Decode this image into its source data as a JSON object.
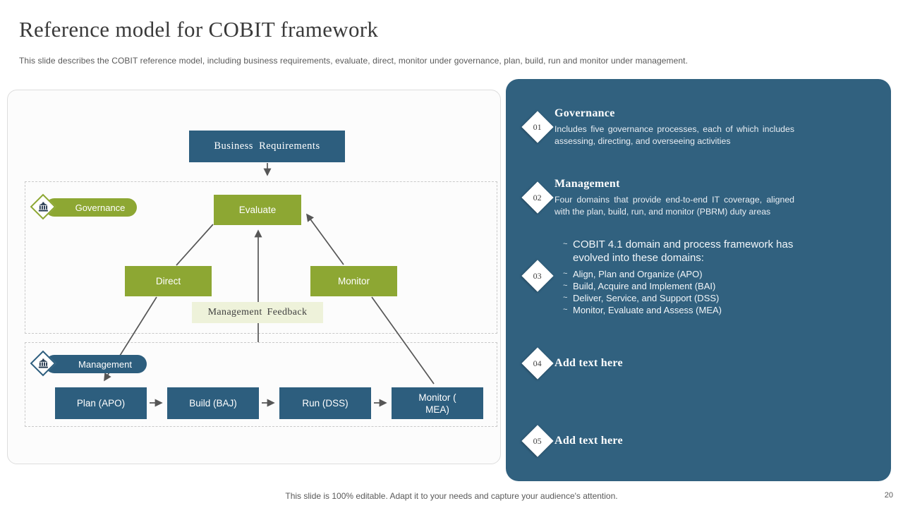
{
  "header": {
    "title": "Reference model for COBIT framework",
    "subtitle": "This slide describes the COBIT reference model, including business requirements, evaluate, direct, monitor under governance, plan, build, run and monitor under management."
  },
  "diagram": {
    "business_requirements": "Business Requirements",
    "governance_label": "Governance",
    "management_label": "Management",
    "evaluate": "Evaluate",
    "direct": "Direct",
    "monitor": "Monitor",
    "management_feedback": "Management Feedback",
    "process_boxes": [
      "Plan (APO)",
      "Build (BAJ)",
      "Run (DSS)",
      "Monitor ( MEA)"
    ]
  },
  "panel": {
    "items": [
      {
        "number": "01",
        "heading": "Governance",
        "body": "Includes five governance processes, each of which includes assessing, directing, and overseeing activities"
      },
      {
        "number": "02",
        "heading": "Management",
        "body": "Four domains that provide end-to-end IT coverage, aligned with the plan, build, run, and monitor (PBRM) duty areas"
      },
      {
        "number": "03",
        "bullet_glyph": "~",
        "lead": "COBIT 4.1 domain and process framework has evolved into these domains:",
        "bullets": [
          "Align, Plan and Organize (APO)",
          "Build, Acquire and Implement (BAI)",
          "Deliver, Service, and Support (DSS)",
          "Monitor, Evaluate and Assess (MEA)"
        ]
      },
      {
        "number": "04",
        "heading": "Add text here"
      },
      {
        "number": "05",
        "heading": "Add text here"
      }
    ]
  },
  "footer": {
    "note": "This slide is 100% editable. Adapt it to your needs and capture your audience's attention.",
    "page_number": "20"
  },
  "colors": {
    "box_blue": "#2d5e7e",
    "panel_blue": "#31617f",
    "olive_green": "#8da733",
    "pale_green": "#eef2da",
    "line_gray": "#595959"
  }
}
